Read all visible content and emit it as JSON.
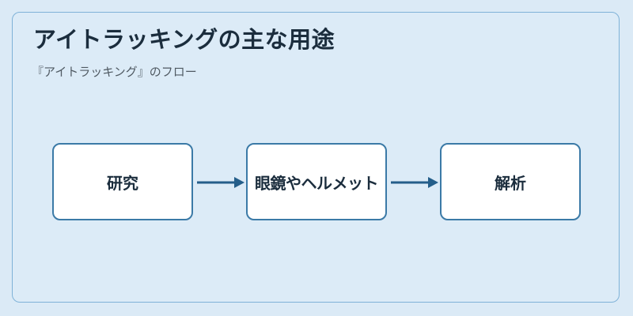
{
  "diagram": {
    "title": "アイトラッキングの主な用途",
    "subtitle": "『アイトラッキング』のフロー",
    "nodes": [
      {
        "label": "研究"
      },
      {
        "label": "眼鏡やヘルメット"
      },
      {
        "label": "解析"
      }
    ],
    "edges": [
      {
        "from": 0,
        "to": 1
      },
      {
        "from": 1,
        "to": 2
      }
    ],
    "colors": {
      "background": "#dbeaf6",
      "border": "#7fb2d8",
      "node_border": "#3b7aa7",
      "arrow": "#245e8a",
      "title_text": "#1b2d3d"
    }
  }
}
